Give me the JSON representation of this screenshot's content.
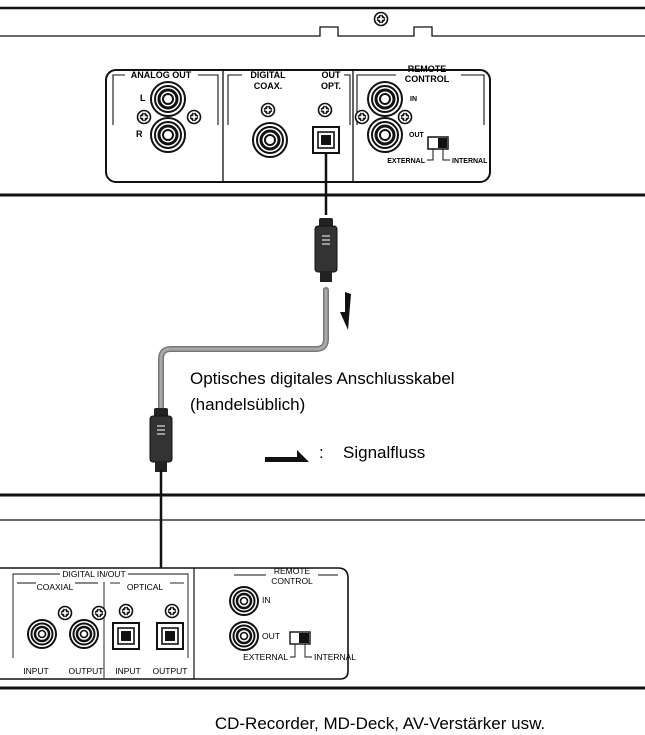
{
  "source_device": {
    "analog_out": "ANALOG OUT",
    "left": "L",
    "right": "R",
    "digital": "DIGITAL",
    "coax": "COAX.",
    "out": "OUT",
    "opt": "OPT.",
    "remote_control_line1": "REMOTE",
    "remote_control_line2": "CONTROL",
    "in": "IN",
    "out_jack": "OUT",
    "external": "EXTERNAL",
    "internal": "INTERNAL"
  },
  "cable": {
    "description_line1": "Optisches digitales Anschlusskabel",
    "description_line2": "(handelsüblich)",
    "signal_symbol_sep": ":",
    "signal_flow": "Signalfluss"
  },
  "target_device": {
    "digital_in_out": "DIGITAL IN/OUT",
    "coaxial": "COAXIAL",
    "optical": "OPTICAL",
    "input_coax": "INPUT",
    "output_coax": "OUTPUT",
    "input_opt": "INPUT",
    "output_opt": "OUTPUT",
    "remote_control_line1": "REMOTE",
    "remote_control_line2": "CONTROL",
    "in": "IN",
    "out": "OUT",
    "external": "EXTERNAL",
    "internal": "INTERNAL",
    "caption": "CD-Recorder, MD-Deck, AV-Verstärker usw."
  }
}
